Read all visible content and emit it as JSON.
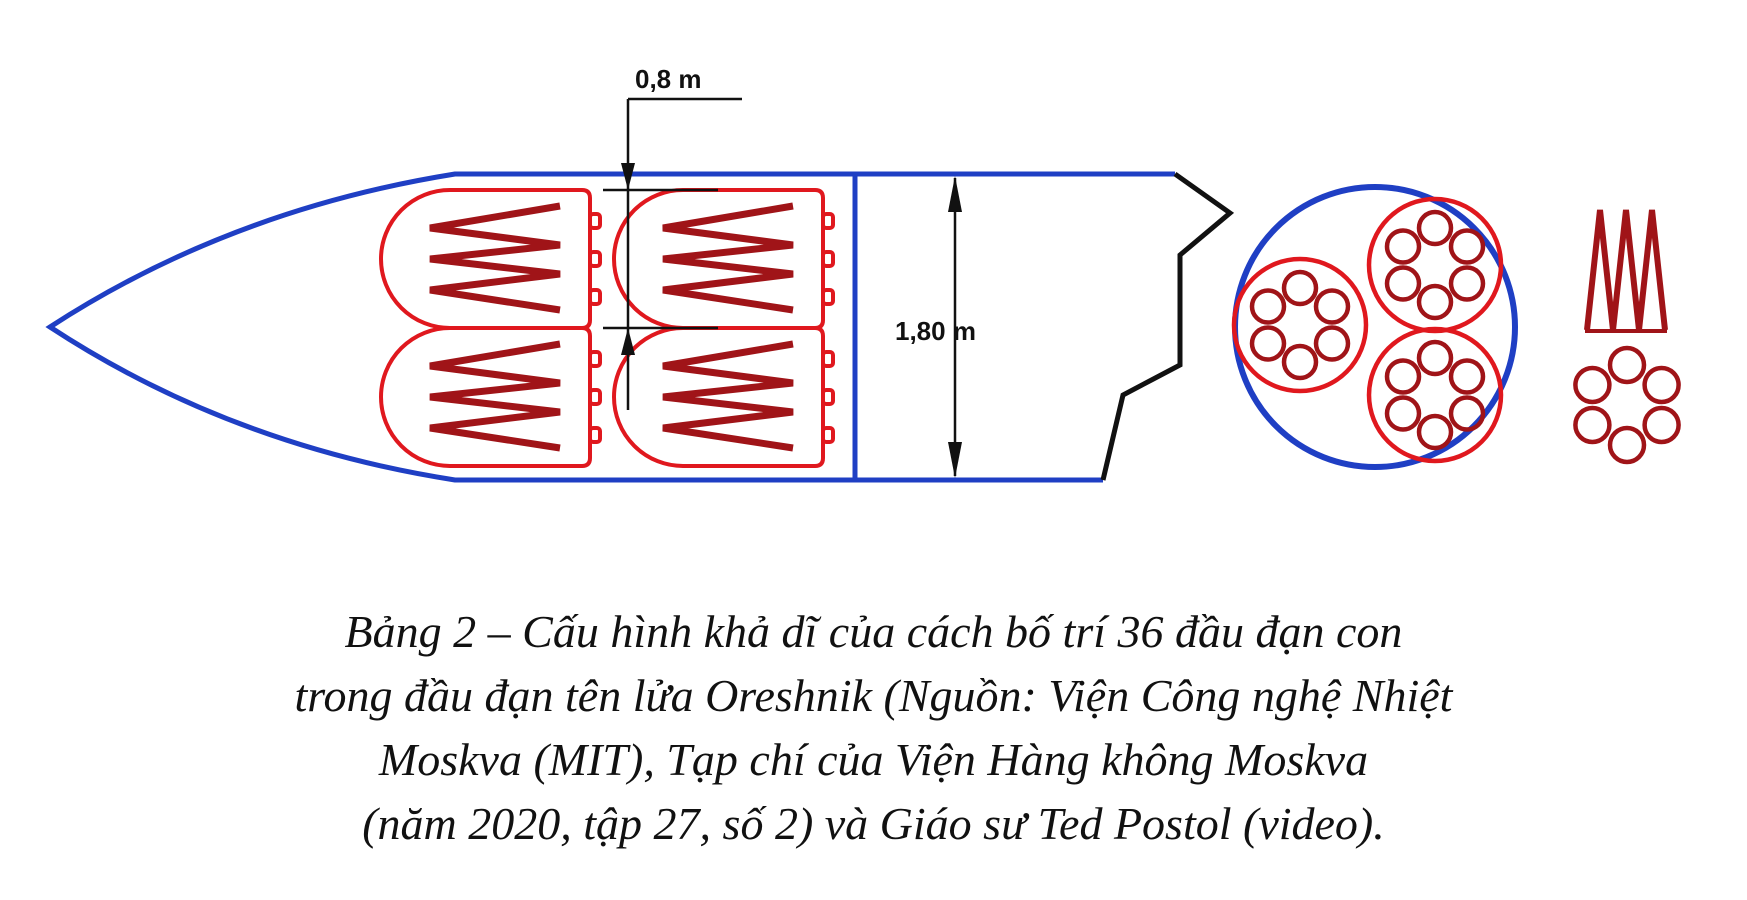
{
  "dimensions": {
    "gap_label": "0,8 m",
    "diameter_label": "1,80 m"
  },
  "caption": {
    "lines": [
      "Bảng 2 –   Cấu hình khả dĩ của cách bố trí 36 đầu đạn con",
      "trong đầu đạn tên lửa Oreshnik (Nguồn: Viện Công nghệ Nhiệt",
      "Moskva (MIT), Tạp chí của Viện Hàng không Moskva",
      "(năm 2020, tập 27, số 2) và Giáo sư Ted Postol (video)."
    ]
  },
  "colors": {
    "outline": "#1f3fc4",
    "container": "#e0181e",
    "warhead": "#a01418",
    "dimension": "#111111"
  }
}
